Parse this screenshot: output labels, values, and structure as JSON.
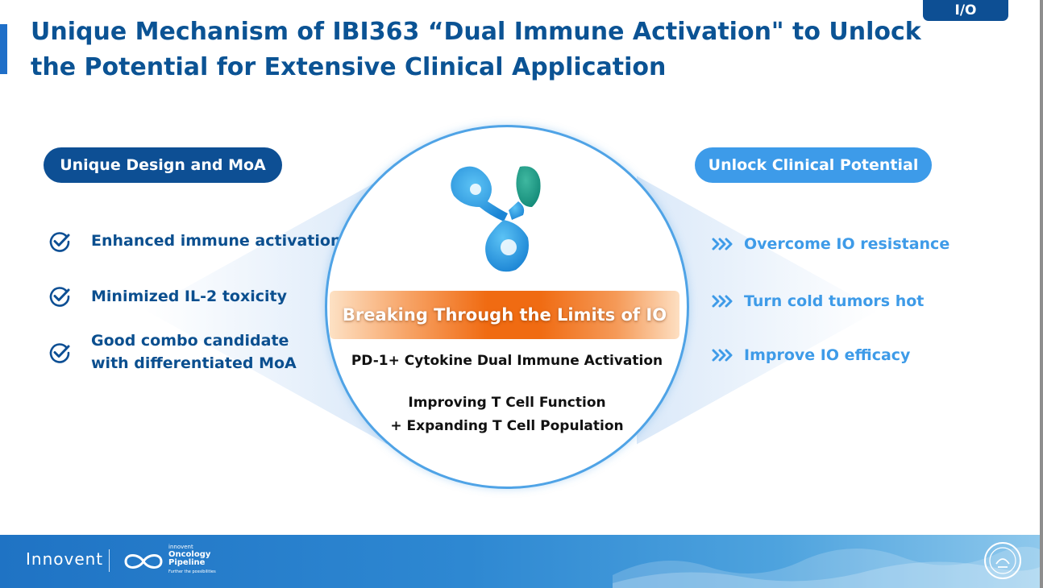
{
  "badge": "I/O",
  "title": "Unique Mechanism of IBI363 “Dual Immune Activation\" to Unlock the Potential for Extensive Clinical Application",
  "left": {
    "header": "Unique Design and MoA",
    "items": [
      {
        "icon": "check-circle-icon",
        "text": "Enhanced immune activation"
      },
      {
        "icon": "check-circle-icon",
        "text": "Minimized IL-2 toxicity"
      },
      {
        "icon": "check-circle-icon",
        "line1": "Good combo candidate",
        "line2": "with differentiated MoA"
      }
    ]
  },
  "right": {
    "header": "Unlock Clinical Potential",
    "items": [
      {
        "icon": "triple-chevron-icon",
        "text": "Overcome IO resistance"
      },
      {
        "icon": "triple-chevron-icon",
        "text": "Turn cold tumors hot"
      },
      {
        "icon": "triple-chevron-icon",
        "text": "Improve IO efficacy"
      }
    ]
  },
  "center": {
    "banner": "Breaking Through the Limits of IO",
    "subtitle": "PD-1+ Cytokine Dual Immune Activation",
    "line1": "Improving T Cell Function",
    "line2": "+ Expanding T Cell Population"
  },
  "footer": {
    "brand": "Innovent",
    "pipeline_small": "innovent",
    "pipeline_line1": "Oncology",
    "pipeline_line2": "Pipeline",
    "tagline": "Further the possibilities"
  },
  "colors": {
    "primary": "#0b5394",
    "accent": "#3d9be9",
    "orange": "#f06b12"
  }
}
